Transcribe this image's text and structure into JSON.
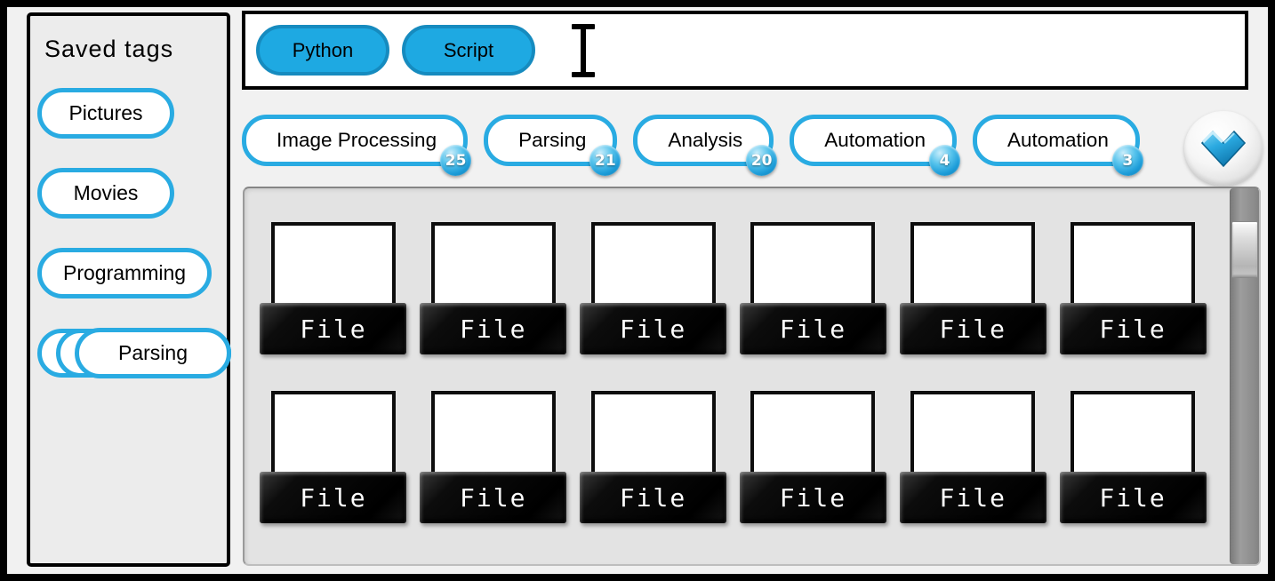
{
  "colors": {
    "accent": "#29abe2",
    "accent_dark": "#168bbf",
    "selected_pill_fill": "#1ea9e2",
    "badge_fill": "#1c9cd8",
    "file_label_bg": "#000000",
    "panel_bg": "#e3e3e3"
  },
  "sidebar": {
    "title": "Saved tags",
    "tags": [
      {
        "label": "Pictures",
        "stacked": false
      },
      {
        "label": "Movies",
        "stacked": false
      },
      {
        "label": "Programming",
        "stacked": false
      },
      {
        "label": "Parsing",
        "stacked": true
      }
    ]
  },
  "search": {
    "selected_tags": [
      {
        "label": "Python"
      },
      {
        "label": "Script"
      }
    ],
    "cursor_icon": "text-cursor-ibeam"
  },
  "suggestions": {
    "tags": [
      {
        "label": "Image Processing",
        "count": "25"
      },
      {
        "label": "Parsing",
        "count": "21"
      },
      {
        "label": "Analysis",
        "count": "20"
      },
      {
        "label": "Automation",
        "count": "4"
      },
      {
        "label": "Automation",
        "count": "3"
      }
    ],
    "expand_icon": "chevron-down-icon"
  },
  "files": {
    "items": [
      {
        "label": "File"
      },
      {
        "label": "File"
      },
      {
        "label": "File"
      },
      {
        "label": "File"
      },
      {
        "label": "File"
      },
      {
        "label": "File"
      },
      {
        "label": "File"
      },
      {
        "label": "File"
      },
      {
        "label": "File"
      },
      {
        "label": "File"
      },
      {
        "label": "File"
      },
      {
        "label": "File"
      }
    ]
  }
}
